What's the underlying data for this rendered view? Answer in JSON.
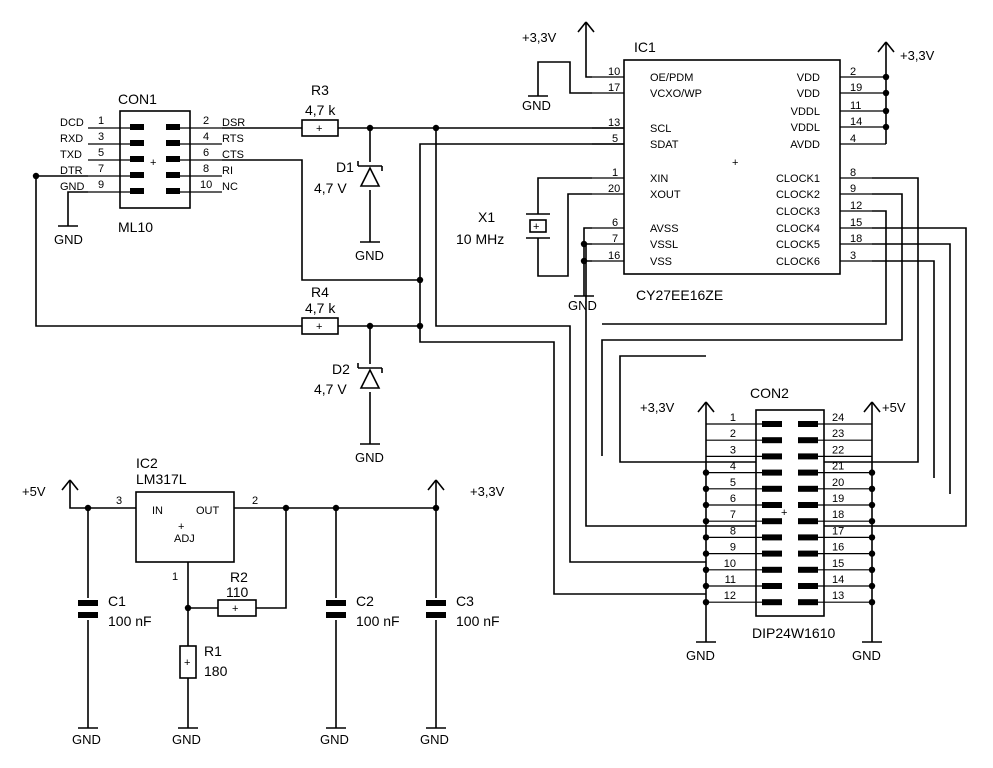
{
  "con1": {
    "name": "CON1",
    "value": "ML10",
    "left_labels": [
      "DCD",
      "RXD",
      "TXD",
      "DTR",
      "GND"
    ],
    "left_pins": [
      "1",
      "3",
      "5",
      "7",
      "9"
    ],
    "right_pins": [
      "2",
      "4",
      "6",
      "8",
      "10"
    ],
    "right_labels": [
      "DSR",
      "RTS",
      "CTS",
      "RI",
      "NC"
    ]
  },
  "r3": {
    "name": "R3",
    "value": "4,7 k"
  },
  "r4": {
    "name": "R4",
    "value": "4,7 k"
  },
  "d1": {
    "name": "D1",
    "value": "4,7 V"
  },
  "d2": {
    "name": "D2",
    "value": "4,7 V"
  },
  "x1": {
    "name": "X1",
    "value": "10 MHz"
  },
  "ic1": {
    "name": "IC1",
    "value": "CY27EE16ZE",
    "left_pins": [
      "10",
      "17",
      "13",
      "5",
      "1",
      "20",
      "6",
      "7",
      "16"
    ],
    "left_labels": [
      "OE/PDM",
      "VCXO/WP",
      "SCL",
      "SDAT",
      "XIN",
      "XOUT",
      "AVSS",
      "VSSL",
      "VSS"
    ],
    "right_pins": [
      "2",
      "19",
      "11",
      "14",
      "4",
      "8",
      "9",
      "12",
      "15",
      "18",
      "3"
    ],
    "right_labels": [
      "VDD",
      "VDD",
      "VDDL",
      "VDDL",
      "AVDD",
      "CLOCK1",
      "CLOCK2",
      "CLOCK3",
      "CLOCK4",
      "CLOCK5",
      "CLOCK6"
    ]
  },
  "con2": {
    "name": "CON2",
    "value": "DIP24W1610",
    "left_pins": [
      "1",
      "2",
      "3",
      "4",
      "5",
      "6",
      "7",
      "8",
      "9",
      "10",
      "11",
      "12"
    ],
    "right_pins": [
      "24",
      "23",
      "22",
      "21",
      "20",
      "19",
      "18",
      "17",
      "16",
      "15",
      "14",
      "13"
    ]
  },
  "ic2": {
    "name": "IC2",
    "value": "LM317L",
    "in_label": "IN",
    "out_label": "OUT",
    "adj_label": "ADJ",
    "pin_in": "3",
    "pin_out": "2",
    "pin_adj": "1"
  },
  "r1": {
    "name": "R1",
    "value": "180"
  },
  "r2": {
    "name": "R2",
    "value": "110"
  },
  "c1": {
    "name": "C1",
    "value": "100 nF"
  },
  "c2": {
    "name": "C2",
    "value": "100 nF"
  },
  "c3": {
    "name": "C3",
    "value": "100 nF"
  },
  "supplies": {
    "v33": "+3,3V",
    "v5": "+5V",
    "gnd": "GND"
  }
}
